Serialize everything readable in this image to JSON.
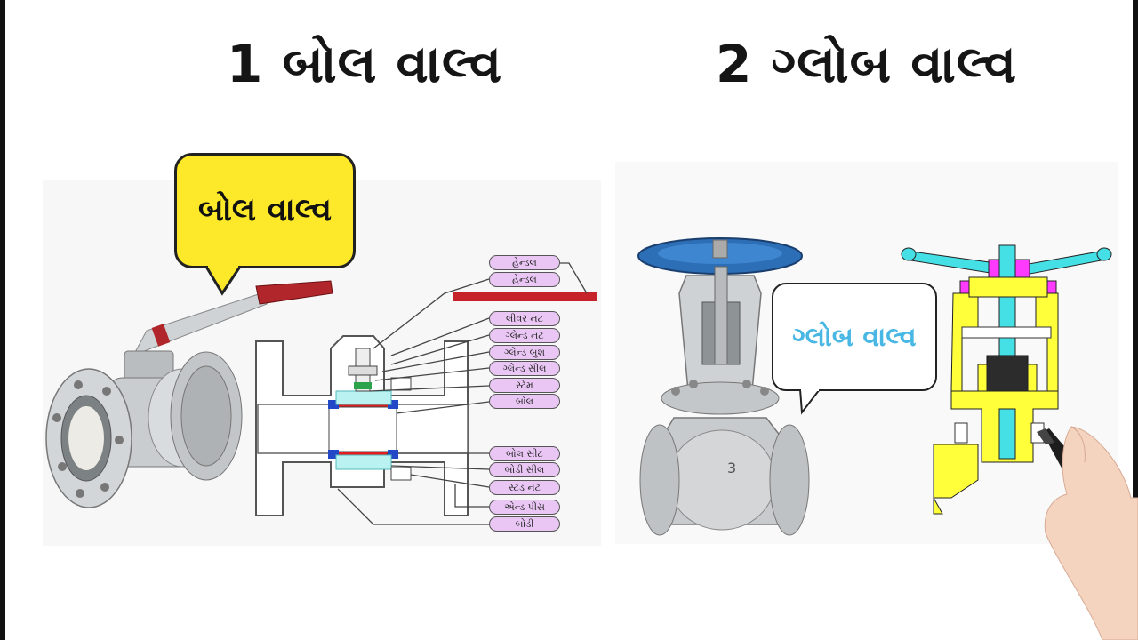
{
  "titles": {
    "left": "1 બોલ વાલ્વ",
    "right": "2 ગ્લોબ વાલ્વ"
  },
  "callouts": {
    "ball": "બોલ વાલ્વ",
    "globe": "ગ્લોબ વાલ્વ"
  },
  "ball_parts": [
    "હેન્ડલ",
    "હેન્ડલ",
    "લીવર નટ",
    "ગ્લેન્ડ નટ",
    "ગ્લેન્ડ બુશ",
    "ગ્લેન્ડ સીલ",
    "સ્ટેમ",
    "બોલ",
    "બોલ સીટ",
    "બોડી સીલ",
    "સ્ટડ નટ",
    "એન્ડ પીસ",
    "બોડી"
  ],
  "globe_valve_marking": "3",
  "colors": {
    "callout_yellow": "#fde82a",
    "label_pink": "#e9c6f4",
    "globe_text": "#48b7e3",
    "handwheel_blue": "#2d6fb6",
    "section_yellow": "#ffff3a",
    "section_cyan": "#45e0e6"
  }
}
